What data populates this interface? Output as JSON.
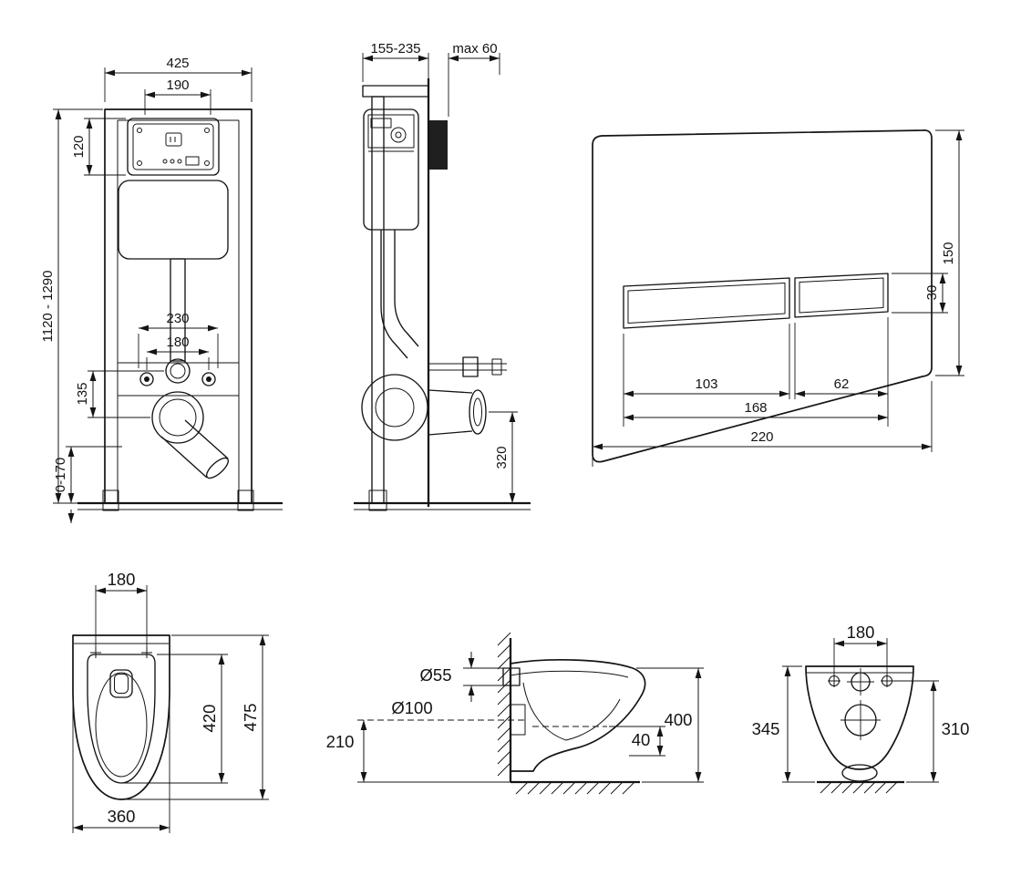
{
  "drawing": {
    "line_color": "#141414",
    "background": "#ffffff"
  },
  "frame_front": {
    "dims": {
      "width": "425",
      "opening_width": "190",
      "opening_height": "120",
      "overall_height": "1120 - 1290",
      "fixing_spacing_outer": "230",
      "fixing_spacing_inner": "180",
      "inlet_to_outlet": "135",
      "leg_adjustment": "0-170"
    }
  },
  "frame_side": {
    "dims": {
      "depth_range": "155-235",
      "max_wall_offset": "max 60",
      "outlet_height": "320"
    }
  },
  "flush_plate": {
    "dims": {
      "height": "150",
      "button_height": "30",
      "large_button_width": "103",
      "small_button_width": "62",
      "buttons_total_width": "168",
      "width": "220"
    }
  },
  "bowl_top": {
    "dims": {
      "hole_spacing": "180",
      "inner_length": "420",
      "length": "475",
      "width": "360"
    }
  },
  "bowl_side": {
    "dims": {
      "inlet_diameter": "Ø55",
      "outlet_diameter": "Ø100",
      "outlet_center_height": "210",
      "height": "400",
      "water_depth": "40"
    }
  },
  "bowl_rear": {
    "dims": {
      "hole_spacing": "180",
      "left_height": "345",
      "right_height": "310"
    }
  }
}
